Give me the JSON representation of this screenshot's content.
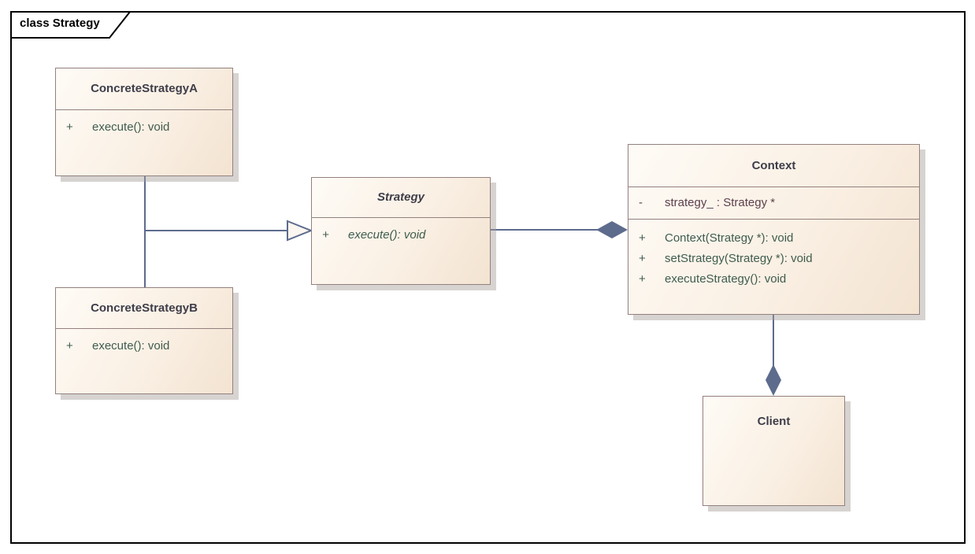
{
  "diagram": {
    "tab_label": "class Strategy",
    "colors": {
      "frame_border": "#000000",
      "node_fill_light": "#fefbf6",
      "node_fill_dark": "#f3e3d1",
      "node_border": "#94807e",
      "node_shadow": "#c9c3bd",
      "connector": "#5d6b8d",
      "title_text": "#3e3d49",
      "operation_text": "#3f5c4e",
      "attribute_text": "#5d3f4b"
    }
  },
  "classes": [
    {
      "name": "ConcreteStrategyA",
      "abstract": false,
      "operations": [
        {
          "visibility": "+",
          "signature": "execute(): void"
        }
      ]
    },
    {
      "name": "ConcreteStrategyB",
      "abstract": false,
      "operations": [
        {
          "visibility": "+",
          "signature": "execute(): void"
        }
      ]
    },
    {
      "name": "Strategy",
      "abstract": true,
      "operations": [
        {
          "visibility": "+",
          "signature": "execute(): void"
        }
      ]
    },
    {
      "name": "Context",
      "abstract": false,
      "attributes": [
        {
          "visibility": "-",
          "signature": "strategy_ : Strategy *"
        }
      ],
      "operations": [
        {
          "visibility": "+",
          "signature": "Context(Strategy *): void"
        },
        {
          "visibility": "+",
          "signature": "setStrategy(Strategy *): void"
        },
        {
          "visibility": "+",
          "signature": "executeStrategy(): void"
        }
      ]
    },
    {
      "name": "Client",
      "abstract": false
    }
  ],
  "relationships": [
    {
      "type": "generalization",
      "from": "ConcreteStrategyA",
      "to": "Strategy",
      "marker": "hollow-triangle"
    },
    {
      "type": "generalization",
      "from": "ConcreteStrategyB",
      "to": "Strategy",
      "marker": "hollow-triangle"
    },
    {
      "type": "composition",
      "from": "Context",
      "to": "Strategy",
      "marker": "filled-diamond",
      "diamond_at": "Context"
    },
    {
      "type": "composition",
      "from": "Client",
      "to": "Context",
      "marker": "filled-diamond",
      "diamond_at": "Client"
    }
  ]
}
